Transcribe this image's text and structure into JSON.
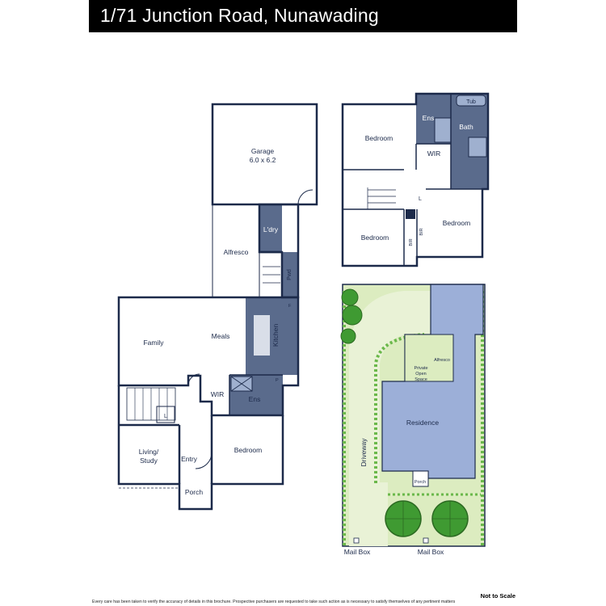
{
  "header": {
    "title": "1/71 Junction Road, Nunawading"
  },
  "colors": {
    "wall": "#1c2a4a",
    "wet_area": "#5a6b8c",
    "wet_light": "#9fb0cf",
    "residence": "#9cafd8",
    "lawn": "#dcecc0",
    "hedge": "#6ab84a",
    "tree": "#3f9a32"
  },
  "ground_floor": {
    "garage": "Garage",
    "garage_size": "6.0 x 6.2",
    "laundry": "L'dry",
    "alfresco": "Alfresco",
    "powder": "Pwd",
    "family": "Family",
    "meals": "Meals",
    "kitchen": "Kitchen",
    "wir": "WIR",
    "ensuite": "Ens",
    "bedroom": "Bedroom",
    "living_study_1": "Living/",
    "living_study_2": "Study",
    "entry": "Entry",
    "porch": "Porch",
    "linen": "L",
    "fridge": "F",
    "pantry": "P"
  },
  "first_floor": {
    "bedroom_1": "Bedroom",
    "bedroom_2": "Bedroom",
    "bedroom_3": "Bedroom",
    "ensuite": "Ens",
    "bath": "Bath",
    "tub": "Tub",
    "wir": "WIR",
    "bir_1": "BIR",
    "bir_2": "BIR",
    "linen": "L"
  },
  "site_plan": {
    "residence": "Residence",
    "alfresco": "Alfresco",
    "private_open_space_1": "Private",
    "private_open_space_2": "Open",
    "private_open_space_3": "Space",
    "driveway": "Driveway",
    "porch": "Porch",
    "mail_box_left": "Mail Box",
    "mail_box_right": "Mail Box"
  },
  "footer": {
    "not_to_scale": "Not to Scale",
    "disclaimer": "Every care has been taken to verify the accuracy of details in this brochure. Prospective purchasers are requested to take such action as is necessary to satisfy themselves of any pertinent matters"
  }
}
